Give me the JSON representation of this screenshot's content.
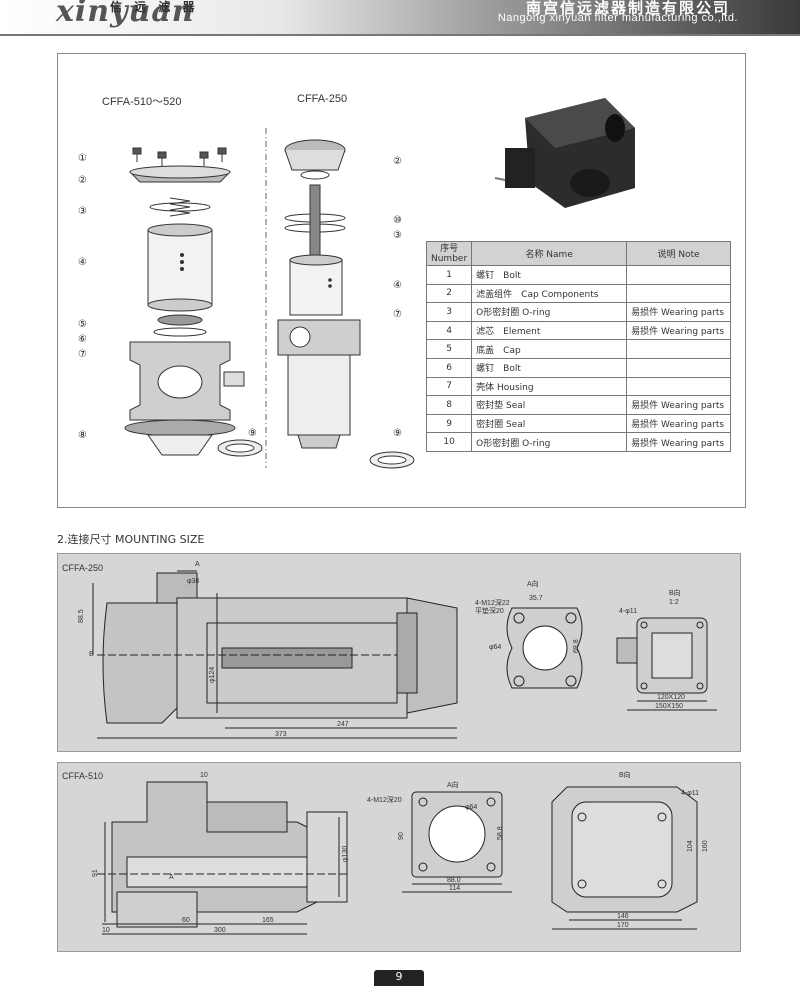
{
  "header": {
    "logo_text": "xinyuan",
    "logo_cn": "信 远 滤 器",
    "company_cn": "南宫信远滤器制造有限公司",
    "company_en": "Nangong xinyuan filter manufacturing co.,ltd."
  },
  "exploded": {
    "model_left": "CFFA-510～520",
    "model_right": "CFFA-250",
    "left_callouts": [
      "①",
      "②",
      "③",
      "④",
      "⑤",
      "⑥",
      "⑦",
      "⑧"
    ],
    "left_callout_9": "⑨",
    "right_callouts": [
      "②",
      "⑩",
      "③",
      "④",
      "⑦"
    ],
    "right_callout_9": "⑨"
  },
  "parts_table": {
    "headers": {
      "number": "序号\nNumber",
      "name": "名称 Name",
      "note": "说明 Note"
    },
    "rows": [
      {
        "no": "1",
        "name": "螺钉　Bolt",
        "note": ""
      },
      {
        "no": "2",
        "name": "滤盖组件　Cap Components",
        "note": ""
      },
      {
        "no": "3",
        "name": "O形密封圈 O-ring",
        "note": "易损件 Wearing parts"
      },
      {
        "no": "4",
        "name": "滤芯　Element",
        "note": "易损件 Wearing parts"
      },
      {
        "no": "5",
        "name": "底盖　Cap",
        "note": ""
      },
      {
        "no": "6",
        "name": "螺钉　Bolt",
        "note": ""
      },
      {
        "no": "7",
        "name": "壳体 Housing",
        "note": ""
      },
      {
        "no": "8",
        "name": "密封垫 Seal",
        "note": "易损件 Wearing parts"
      },
      {
        "no": "9",
        "name": "密封圈 Seal",
        "note": "易损件 Wearing parts"
      },
      {
        "no": "10",
        "name": "O形密封圈 O-ring",
        "note": "易损件 Wearing parts"
      }
    ]
  },
  "mounting": {
    "section_title": "2.连接尺寸 MOUNTING SIZE",
    "panel1": {
      "model": "CFFA-250",
      "label_a": "A",
      "label_b": "B",
      "dims": {
        "d38": "φ38",
        "h885": "88.5",
        "d124": "φ124",
        "l247": "247",
        "l373": "373"
      },
      "view_a": {
        "title": "A向",
        "thread": "4-M12深22",
        "thread2": "平垫深20",
        "w357": "35.7",
        "d64": "φ64",
        "h698": "69.8"
      },
      "view_b": {
        "title": "B向",
        "scale": "1:2",
        "holes": "4-φ11",
        "w1": "120X120",
        "w2": "150X150"
      }
    },
    "panel2": {
      "model": "CFFA-510",
      "label_a": "A",
      "dims": {
        "t10": "10",
        "d130": "φ130",
        "h91": "91",
        "l60": "60",
        "l165": "165",
        "l300": "300",
        "l10b": "10"
      },
      "view_a": {
        "title": "A向",
        "thread": "4-M12深20",
        "d64": "φ64",
        "h90": "90",
        "h588": "58.8",
        "w880": "88.0",
        "w114": "114"
      },
      "view_b": {
        "title": "B向",
        "holes": "4-φ11",
        "h104": "104",
        "h160": "160",
        "w146": "146",
        "w170": "170"
      }
    }
  },
  "page_number": "9"
}
